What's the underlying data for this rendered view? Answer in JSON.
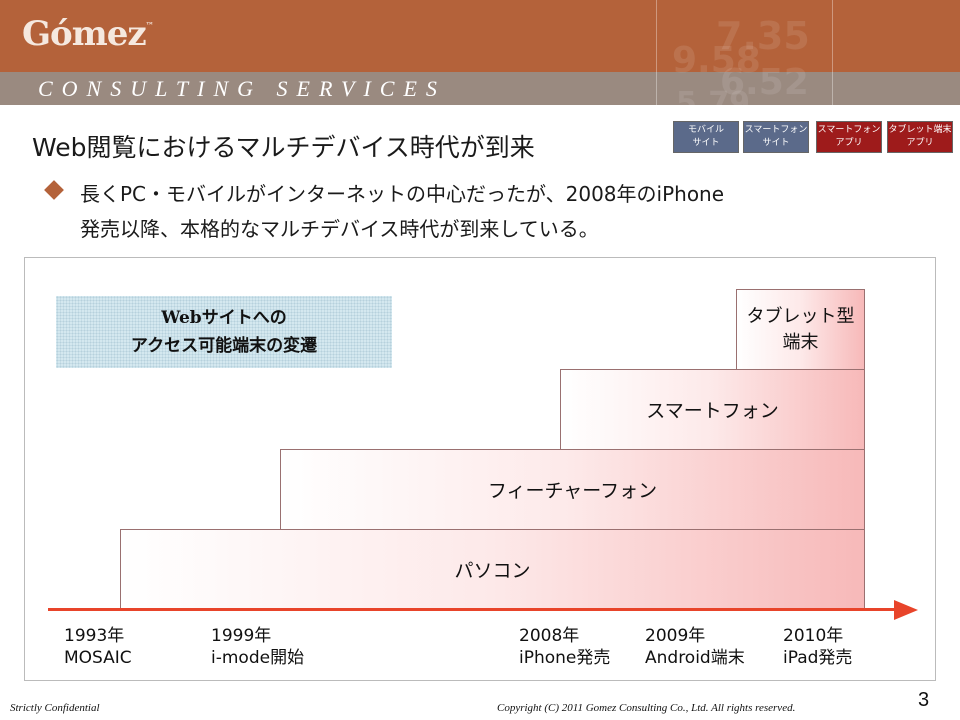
{
  "header": {
    "logo": "Gómez",
    "logo_tm": "™",
    "tagline": "CONSULTING SERVICES",
    "deco_numbers": [
      "7.35",
      "9.58",
      "6.52",
      "5.79"
    ]
  },
  "title": "Web閲覧におけるマルチデバイス時代が到来",
  "tags": [
    {
      "line1": "モバイル",
      "line2": "サイト"
    },
    {
      "line1": "スマートフォン",
      "line2": "サイト"
    },
    {
      "line1": "スマートフォン",
      "line2": "アプリ"
    },
    {
      "line1": "タブレット端末",
      "line2": "アプリ"
    }
  ],
  "lead": {
    "line1": "長くPC・モバイルがインターネットの中心だったが、2008年のiPhone",
    "line2": "発売以降、本格的なマルチデバイス時代が到来している。"
  },
  "diagram": {
    "label_line1": "Webサイトへの",
    "label_line2": "アクセス可能端末の変遷",
    "steps": {
      "pc": "パソコン",
      "feature_phone": "フィーチャーフォン",
      "smartphone": "スマートフォン",
      "tablet_line1": "タブレット型",
      "tablet_line2": "端末"
    },
    "events": [
      {
        "year": "1993年",
        "label": "MOSAIC"
      },
      {
        "year": "1999年",
        "label": "i-mode開始"
      },
      {
        "year": "2008年",
        "label": "iPhone発売"
      },
      {
        "year": "2009年",
        "label": "Android端末"
      },
      {
        "year": "2010年",
        "label": "iPad発売"
      }
    ]
  },
  "footer": {
    "left": "Strictly Confidential",
    "right": "Copyright (C) 2011 Gomez Consulting Co., Ltd.  All rights reserved.",
    "page": "3"
  },
  "colors": {
    "header": "#b4623a",
    "band": "#9a8a80",
    "accent": "#e8442a",
    "tag_blue": "#5b6a8a",
    "tag_red": "#9e1b1b"
  }
}
